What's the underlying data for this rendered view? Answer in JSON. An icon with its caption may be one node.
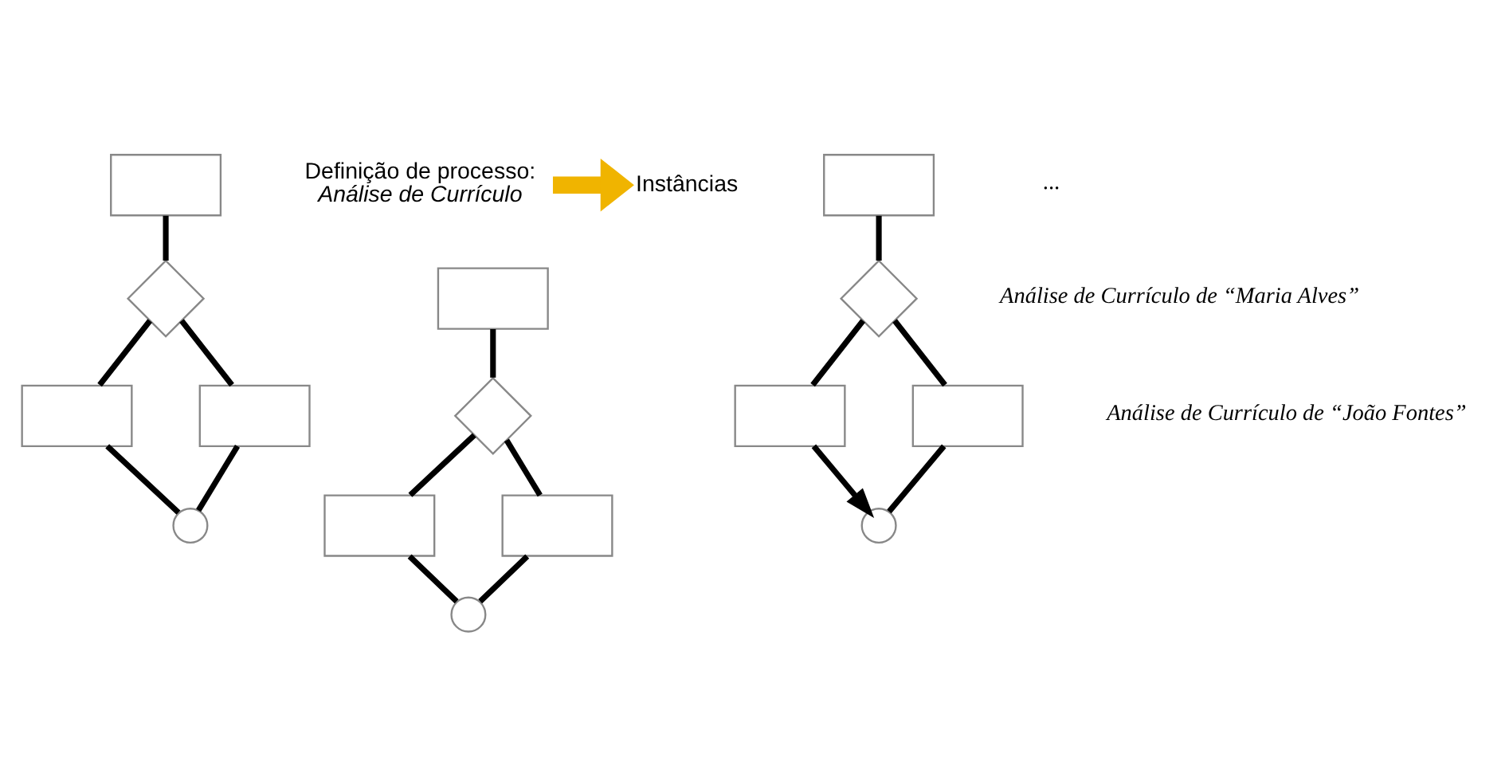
{
  "diagram": {
    "nodes": [
      {
        "text": [],
        "shape": "box"
      },
      {
        "text": [],
        "shape": "diamond"
      },
      {
        "text": [],
        "shape": "box"
      },
      {
        "text": [],
        "shape": "box"
      },
      {
        "text": [],
        "shape": "circle"
      },
      {
        "text": [
          "Definição de processo:",
          "Análise de Currículo"
        ]
      },
      {
        "text": [],
        "shape": "box"
      },
      {
        "text": [],
        "shape": "diamond"
      },
      {
        "text": [],
        "shape": "box"
      },
      {
        "text": [],
        "shape": "box"
      },
      {
        "text": [],
        "shape": "circle"
      },
      {
        "text": [],
        "shape": "box"
      },
      {
        "text": [],
        "shape": "diamond"
      },
      {
        "text": [],
        "shape": "box"
      },
      {
        "text": [],
        "shape": "box"
      },
      {
        "text": [],
        "shape": "circle"
      },
      {
        "text": [
          "Instâncias"
        ]
      }
    ],
    "edges": [
      {
        "from": 0,
        "to": 1,
        "arrow": "none"
      },
      {
        "from": 1,
        "to": 2,
        "arrow": "none"
      },
      {
        "from": 1,
        "to": 3,
        "arrow": "none"
      },
      {
        "from": 3,
        "to": 4,
        "arrow": "none"
      },
      {
        "from": 2,
        "to": 4,
        "arrow": "none"
      },
      {
        "from": 5,
        "to": 16,
        "arrow": "to",
        "style": "thick",
        "color": "#f0b400"
      },
      {
        "from": 6,
        "to": 7,
        "arrow": "none"
      },
      {
        "from": 7,
        "to": 8,
        "arrow": "none"
      },
      {
        "from": 7,
        "to": 9,
        "arrow": "none"
      },
      {
        "from": 9,
        "to": 10,
        "arrow": "none"
      },
      {
        "from": 8,
        "to": 10,
        "arrow": "none"
      },
      {
        "from": 11,
        "to": 12,
        "arrow": "none"
      },
      {
        "from": 12,
        "to": 13,
        "arrow": "none"
      },
      {
        "from": 12,
        "to": 14,
        "arrow": "none"
      },
      {
        "from": 14,
        "to": 15,
        "arrow": "none"
      },
      {
        "from": 13,
        "to": 15,
        "arrow": "to"
      }
    ],
    "labels": [
      "Análise de Currículo de “João Fontes”",
      "Análise de Currículo de “Maria Alves”",
      "..."
    ]
  }
}
